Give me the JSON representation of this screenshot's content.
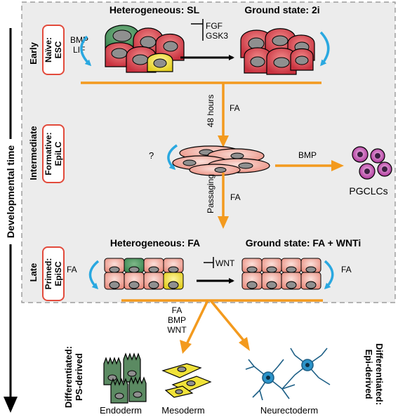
{
  "axis": {
    "label": "Developmental time"
  },
  "stages": {
    "early": {
      "stage": "Early",
      "state": "Naïve:",
      "cell": "ESC"
    },
    "intermediate": {
      "stage": "Intermediate",
      "state": "Formative:",
      "cell": "EpiLC"
    },
    "late": {
      "stage": "Late",
      "state": "Primed:",
      "cell": "EpiSC"
    }
  },
  "early": {
    "left_title": "Heterogeneous: SL",
    "right_title": "Ground state: 2i",
    "left_signals": [
      "BMP",
      "LIF"
    ],
    "inhibitors": [
      "FGF",
      "GSK3"
    ]
  },
  "intermediate": {
    "timing": "48 hours",
    "entry_factor": "FA",
    "left_signal": "?",
    "branch_signal": "BMP",
    "branch_product": "PGCLCs",
    "passaging": "Passaging",
    "exit_factor": "FA"
  },
  "late": {
    "left_title": "Heterogeneous: FA",
    "right_title": "Ground state: FA + WNTi",
    "inhibitor": "WNT",
    "left_signal": "FA",
    "right_signal": "FA"
  },
  "differentiation": {
    "signals": [
      "FA",
      "BMP",
      "WNT"
    ],
    "ps_label": [
      "Differentiated:",
      "PS-derived"
    ],
    "epi_label": [
      "Differentiated:",
      "Epi-derived"
    ],
    "outputs": [
      "Endoderm",
      "Mesoderm",
      "Neurectoderm"
    ]
  },
  "colors": {
    "panel_bg": "#ececec",
    "arrow_orange": "#f39a1e",
    "recycle_blue": "#2aa8e0",
    "stage_box": "#e24a3b",
    "esc_red": "#c9323f",
    "esc_green": "#3f8a55",
    "esc_yellow": "#f2df2e",
    "epi_pink": "#f0a195",
    "pgclc_purple": "#b0309a",
    "endoderm_green": "#5b8a62",
    "mesoderm_yellow": "#f0e23a",
    "neuro_blue": "#2b93c9"
  }
}
